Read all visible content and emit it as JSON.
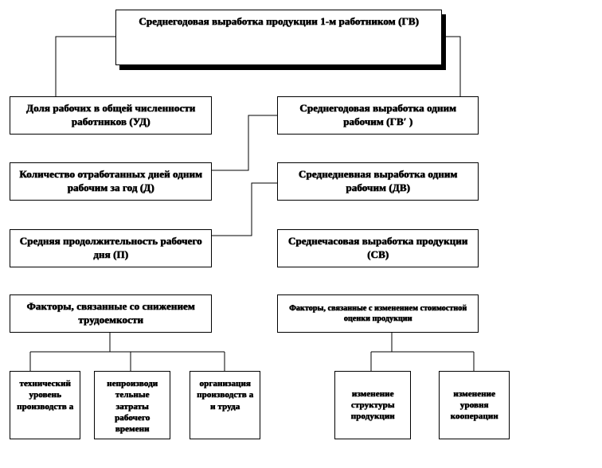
{
  "boxes": {
    "gv": "Среднегодовая выработка продукции 1-м работником (ГВ)",
    "ud": "Доля рабочих в общей численности работников (УД)",
    "gv_worker": "Среднегодовая выработка одним рабочим (ГВ′ )",
    "days": "Количество отработанных дней одним  рабочим за год (Д)",
    "dv": "Среднедневная выработка одним рабочим (ДВ)",
    "hours": "Средняя продолжительность рабочего дня (П)",
    "sv": "Среднечасовая выработка продукции (СВ)",
    "labor_factors": "Факторы, связанные со снижением трудоемкости",
    "value_factors": "Факторы, связанные с изменением стоимостной оценки продукции",
    "tech": "технический уровень производств а",
    "nonprod": "непроизводи тельные затраты рабочего времени",
    "org": "организация производств а и труда",
    "structure": "изменение структуры продукции",
    "coop": "изменение уровня кооперации"
  }
}
